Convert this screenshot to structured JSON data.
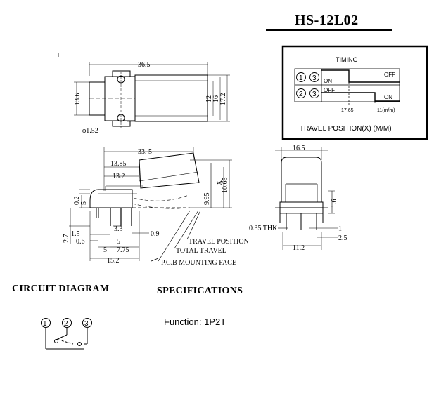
{
  "title": "HS-12L02",
  "timing": {
    "label": "TIMING",
    "rows": [
      {
        "terminals": [
          "1",
          "3"
        ],
        "state_left": "ON",
        "state_right": "OFF"
      },
      {
        "terminals": [
          "2",
          "3"
        ],
        "state_left": "OFF",
        "state_right": "ON"
      }
    ],
    "x_marks": [
      "17.65",
      "11(m/m)"
    ],
    "axis_label": "TRAVEL POSITION(X)  (M/M)"
  },
  "top_view": {
    "length": "36.5",
    "height_left": "13.6",
    "dims_right": [
      "12",
      "16",
      "17.2"
    ],
    "hole": "ϕ1.52"
  },
  "side_view": {
    "length": "33. 5",
    "d1": "13.85",
    "d2": "13.2",
    "d_02": "0.2",
    "d_5": "5",
    "d_995": "9.95",
    "d_1065": "10.65",
    "x_label": "X",
    "d_33": "3.3",
    "d_09": "0.9",
    "d_27": "2.7",
    "d_15": "1.5",
    "d_06": "0.6",
    "bottom": [
      "5",
      "5",
      "7.75"
    ],
    "d_152": "15.2",
    "callouts": [
      "TRAVEL POSITION",
      "TOTAL TRAVEL",
      "P.C.B MOUNTING FACE"
    ]
  },
  "end_view": {
    "width": "16.5",
    "d_16": "1.6",
    "thk": "0.35 THK",
    "d_1": "1",
    "d_25": "2.5",
    "d_112": "11.2"
  },
  "circuit": {
    "heading": "CIRCUIT DIAGRAM",
    "terminals": [
      "1",
      "2",
      "3"
    ]
  },
  "specs": {
    "heading": "SPECIFICATIONS",
    "function": "Function: 1P2T"
  }
}
